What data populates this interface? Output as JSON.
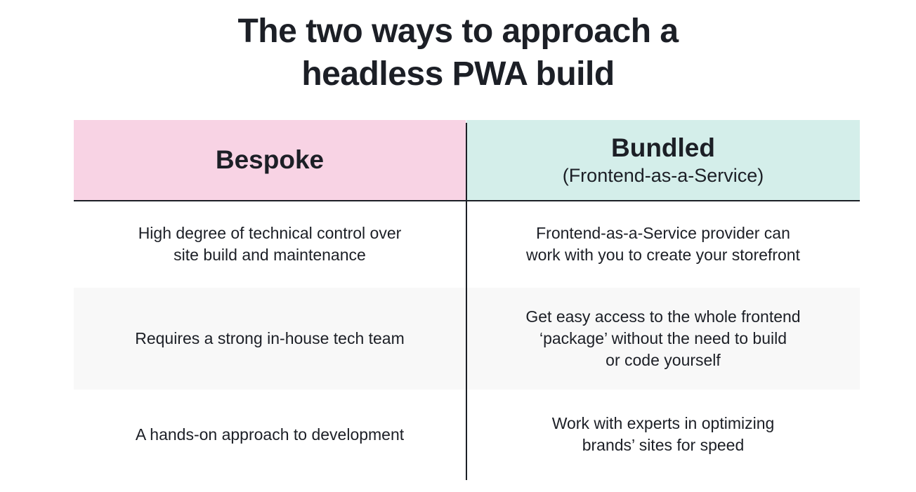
{
  "title_lines": [
    "The two ways to approach a",
    "headless PWA build"
  ],
  "columns": [
    {
      "heading": "Bespoke",
      "subheading": "",
      "color": "#f8d3e4"
    },
    {
      "heading": "Bundled",
      "subheading": "(Frontend-as-a-Service)",
      "color": "#d4eeea"
    }
  ],
  "rows": [
    {
      "left": [
        "High degree of technical control over",
        "site build and maintenance"
      ],
      "right": [
        "Frontend-as-a-Service provider can",
        "work with you to create your storefront"
      ]
    },
    {
      "left": [
        "Requires a strong in-house tech team"
      ],
      "right": [
        "Get easy access to the whole frontend",
        "‘package’ without the need to build",
        "or code yourself"
      ]
    },
    {
      "left": [
        "A hands-on approach to development"
      ],
      "right": [
        "Work with experts in optimizing",
        "brands’ sites for speed"
      ]
    }
  ]
}
